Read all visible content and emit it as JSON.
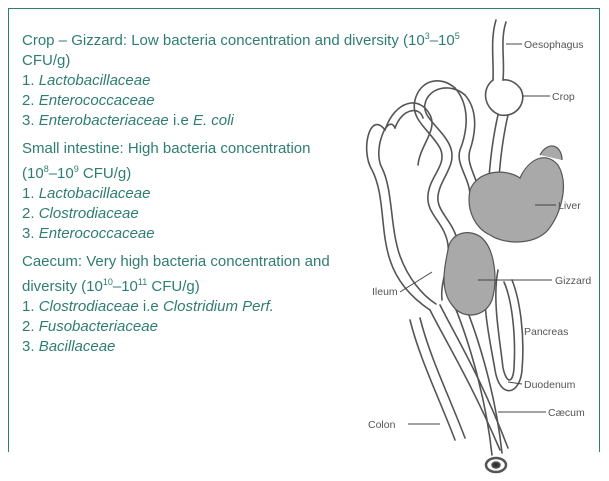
{
  "sections": [
    {
      "header_parts": [
        "Crop – Gizzard: Low bacteria concentration and diversity (10",
        "3",
        "–10",
        "5",
        " CFU/g)"
      ],
      "items": [
        {
          "num": "1. ",
          "name": "Lactobacillaceae",
          "note": "",
          "extra": ""
        },
        {
          "num": "2. ",
          "name": "Enterococcaceae",
          "note": "",
          "extra": ""
        },
        {
          "num": "3. ",
          "name": "Enterobacteriaceae",
          "note": " i.e ",
          "extra": "E. coli"
        }
      ]
    },
    {
      "header_parts": [
        "Small intestine: High bacteria concentration  (10",
        "8",
        "–10",
        "9",
        " CFU/g)"
      ],
      "items": [
        {
          "num": "1. ",
          "name": "Lactobacillaceae",
          "note": "",
          "extra": ""
        },
        {
          "num": "2. ",
          "name": "Clostrodiaceae",
          "note": "",
          "extra": ""
        },
        {
          "num": "3. ",
          "name": "Enterococcaceae",
          "note": "",
          "extra": ""
        }
      ]
    },
    {
      "header_parts": [
        "Caecum: Very high bacteria concentration and diversity (10",
        "10",
        "–10",
        "11",
        " CFU/g)"
      ],
      "items": [
        {
          "num": "1. ",
          "name": "Clostrodiaceae",
          "note": " i.e ",
          "extra": "Clostridium Perf."
        },
        {
          "num": "2. ",
          "name": "Fusobacteriaceae",
          "note": "",
          "extra": ""
        },
        {
          "num": "3. ",
          "name": "Bacillaceae",
          "note": "",
          "extra": ""
        }
      ]
    }
  ],
  "diagram": {
    "labels": {
      "oesophagus": "Oesophagus",
      "crop": "Crop",
      "liver": "Liver",
      "gizzard": "Gizzard",
      "ileum": "Ileum",
      "pancreas": "Pancreas",
      "duodenum": "Duodenum",
      "caecum": "Cæcum",
      "colon": "Colon"
    }
  },
  "colors": {
    "text": "#2f7d72",
    "frame": "#2f7d72",
    "organ": "#a9a9a9"
  }
}
